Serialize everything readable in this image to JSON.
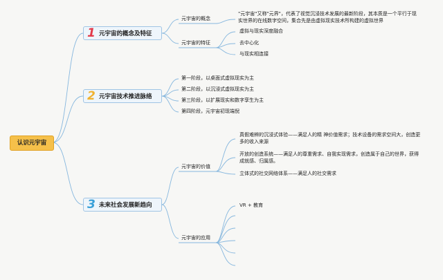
{
  "root": {
    "label": "认识元宇宙"
  },
  "branches": [
    {
      "number": "1",
      "label": "元宇宙的概念及特征",
      "number_color": "#e23a4a"
    },
    {
      "number": "2",
      "label": "元宇宙技术推进脉络",
      "number_color": "#f0b230"
    },
    {
      "number": "3",
      "label": "未来社会发展新趋向",
      "number_color": "#3aa0d8"
    }
  ],
  "concept": {
    "label": "元宇宙的概念",
    "text": "\"元宇宙\"又称\"元界\"，代表了视觉沉浸技术发展的最新阶段，其本质是一个平行于现实世界的在线数字空间，集合先是由虚拟现实技术所构建的虚拟世界"
  },
  "features": {
    "label": "元宇宙的特征",
    "items": [
      "虚拟与现实深度融合",
      "去中心化",
      "与现实相连接"
    ]
  },
  "stages": [
    "第一阶段，以桌面式虚拟现实为主",
    "第二阶段，以沉浸式虚拟现实为主",
    "第三阶段，以扩展现实和数字孪生为主",
    "第四阶段，元宇宙初现端倪"
  ],
  "value": {
    "label": "元宇宙的价值",
    "items": [
      "真假难辨的沉浸式体验——满足人的精 神价值需求；技术设备的需求空间大，创造更多的收入来源",
      "开放的创造系统——满足人的尊重需求、自我实现需求，创造属于自己的世界，获得成就感、归属感。",
      "立体式的社交网络体系——满足人的社交需求"
    ]
  },
  "application": {
    "label": "元宇宙的应用",
    "items": [
      "VR + 教育"
    ]
  },
  "colors": {
    "line": "#86b7de",
    "root_fill": "#f5c04a",
    "branch_fill": "#eef5fb"
  }
}
